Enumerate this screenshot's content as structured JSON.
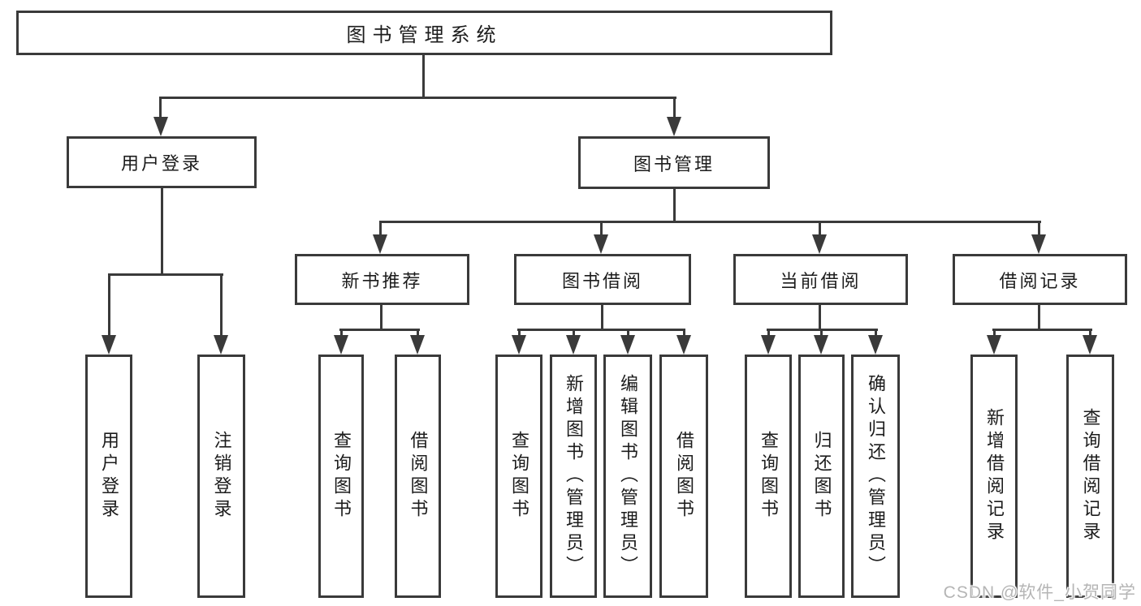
{
  "diagram": {
    "type": "functional-structure-tree",
    "orientation": "top-down"
  },
  "tree": {
    "label": "图书管理系统",
    "children": [
      {
        "label": "用户登录",
        "children": [
          {
            "label": "用户登录"
          },
          {
            "label": "注销登录"
          }
        ]
      },
      {
        "label": "图书管理",
        "children": [
          {
            "label": "新书推荐",
            "children": [
              {
                "label": "查询图书"
              },
              {
                "label": "借阅图书"
              }
            ]
          },
          {
            "label": "图书借阅",
            "children": [
              {
                "label": "查询图书"
              },
              {
                "label": "新增图书（管理员）"
              },
              {
                "label": "编辑图书（管理员）"
              },
              {
                "label": "借阅图书"
              }
            ]
          },
          {
            "label": "当前借阅",
            "children": [
              {
                "label": "查询图书"
              },
              {
                "label": "归还图书"
              },
              {
                "label": "确认归还（管理员）"
              }
            ]
          },
          {
            "label": "借阅记录",
            "children": [
              {
                "label": "新增借阅记录"
              },
              {
                "label": "查询借阅记录"
              }
            ]
          }
        ]
      }
    ]
  },
  "watermark": {
    "text": "CSDN @软件_小贺同学"
  },
  "colors": {
    "background": "#ffffff",
    "line": "#3a3a3a",
    "text": "#1c1c1c",
    "watermark": "#b5b5b5"
  }
}
